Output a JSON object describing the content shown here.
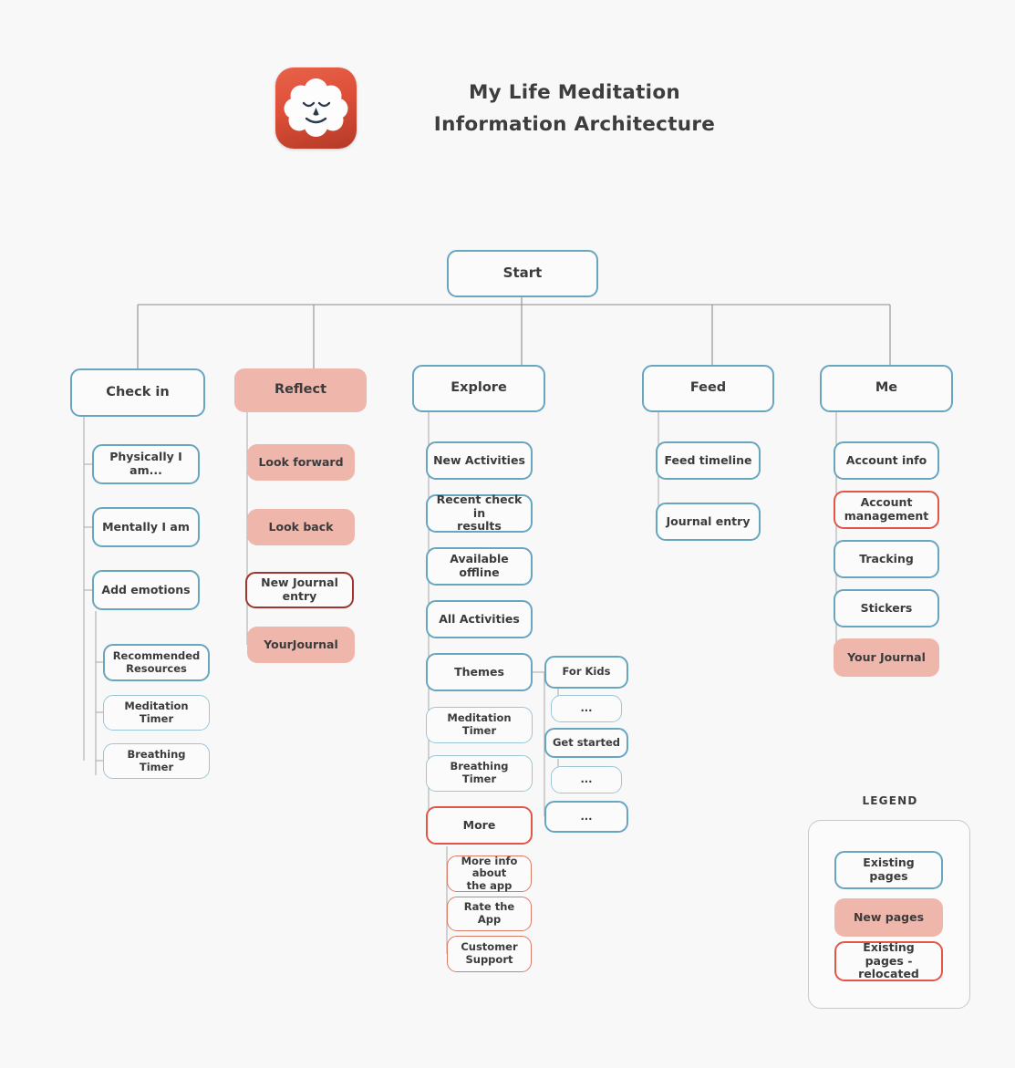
{
  "header": {
    "logo_icon": "meditation-cloud-face-icon",
    "title_line1": "My Life Meditation",
    "title_line2": "Information Architecture"
  },
  "diagram": {
    "root": {
      "label": "Start",
      "style": "existing"
    },
    "columns": [
      {
        "id": "check-in",
        "parent": {
          "label": "Check in",
          "style": "existing"
        },
        "children": [
          {
            "label": "Physically I am...",
            "style": "existing"
          },
          {
            "label": "Mentally I am",
            "style": "existing"
          },
          {
            "label": "Add emotions",
            "style": "existing"
          }
        ],
        "grandchildren": [
          {
            "label": "Recommended\nResources",
            "style": "existing"
          },
          {
            "label": "Meditation Timer",
            "style": "existing-thin"
          },
          {
            "label": "Breathing Timer",
            "style": "existing-thin"
          }
        ]
      },
      {
        "id": "reflect",
        "parent": {
          "label": "Reflect",
          "style": "new"
        },
        "children": [
          {
            "label": "Look forward",
            "style": "new"
          },
          {
            "label": "Look back",
            "style": "new"
          },
          {
            "label": "New Journal entry",
            "style": "relocated-dark"
          },
          {
            "label": "YourJournal",
            "style": "new"
          }
        ],
        "grandchildren": []
      },
      {
        "id": "explore",
        "parent": {
          "label": "Explore",
          "style": "existing"
        },
        "children": [
          {
            "label": "New Activities",
            "style": "existing"
          },
          {
            "label": "Recent check in\nresults",
            "style": "existing"
          },
          {
            "label": "Available offline",
            "style": "existing"
          },
          {
            "label": "All Activities",
            "style": "existing"
          },
          {
            "label": "Themes",
            "style": "existing"
          },
          {
            "label": "Meditation Timer",
            "style": "existing-thin"
          },
          {
            "label": "Breathing Timer",
            "style": "existing-thin"
          },
          {
            "label": "More",
            "style": "relocated"
          }
        ],
        "more_children": [
          {
            "label": "More info about\nthe app",
            "style": "relocated-thin"
          },
          {
            "label": "Rate the App",
            "style": "relocated-thin"
          },
          {
            "label": "Customer\nSupport",
            "style": "relocated-thin"
          }
        ],
        "themes_children": [
          {
            "label": "For Kids",
            "style": "existing"
          },
          {
            "label": "...",
            "style": "existing-thin"
          },
          {
            "label": "Get started",
            "style": "existing"
          },
          {
            "label": "...",
            "style": "existing-thin"
          },
          {
            "label": "...",
            "style": "existing"
          }
        ]
      },
      {
        "id": "feed",
        "parent": {
          "label": "Feed",
          "style": "existing"
        },
        "children": [
          {
            "label": "Feed timeline",
            "style": "existing"
          },
          {
            "label": "Journal entry",
            "style": "existing"
          }
        ],
        "grandchildren": []
      },
      {
        "id": "me",
        "parent": {
          "label": "Me",
          "style": "existing"
        },
        "children": [
          {
            "label": "Account info",
            "style": "existing"
          },
          {
            "label": "Account\nmanagement",
            "style": "relocated"
          },
          {
            "label": "Tracking",
            "style": "existing"
          },
          {
            "label": "Stickers",
            "style": "existing"
          },
          {
            "label": "Your Journal",
            "style": "new"
          }
        ],
        "grandchildren": []
      }
    ]
  },
  "legend": {
    "title": "LEGEND",
    "items": [
      {
        "label": "Existing pages",
        "style": "existing"
      },
      {
        "label": "New pages",
        "style": "new"
      },
      {
        "label": "Existing pages -\nrelocated",
        "style": "relocated"
      }
    ]
  },
  "colors": {
    "background": "#f8f8f8",
    "existing_border": "#68a6bf",
    "new_fill": "#efb6ac",
    "relocated_border": "#e2564a",
    "relocated_dark_border": "#9e362f",
    "connector": "#8d8d8d",
    "text": "#3b3b3b",
    "logo_red": "#de4f38"
  }
}
